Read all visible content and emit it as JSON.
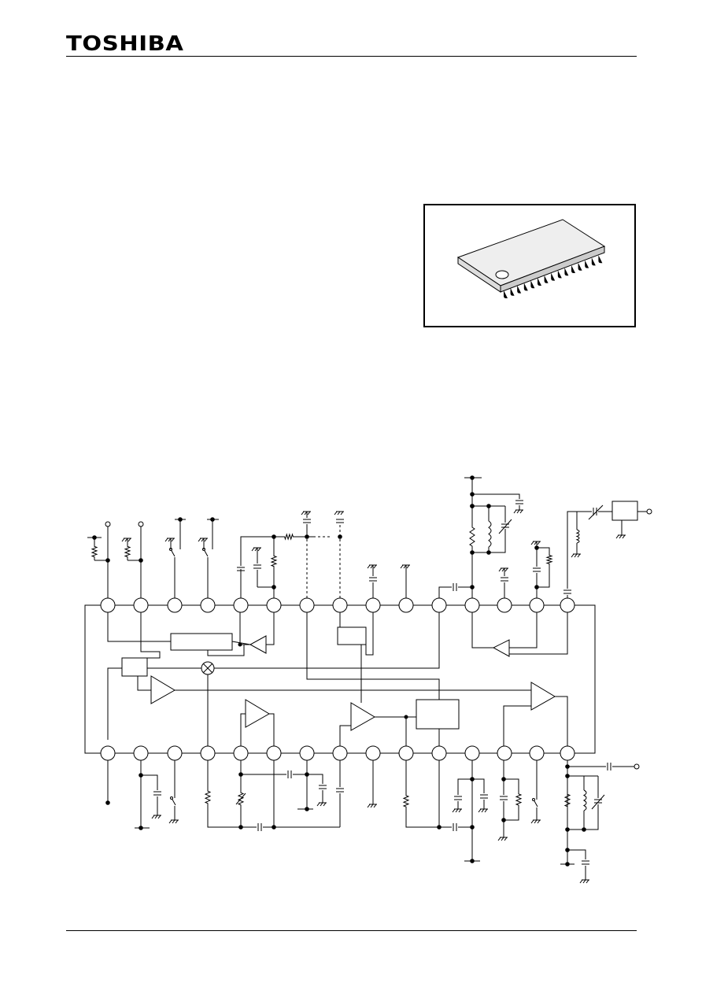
{
  "header": {
    "brand": "TOSHIBA"
  },
  "package_image": {
    "icon": "sop-ic-package-icon"
  },
  "block_diagram": {
    "top_pins": 15,
    "bottom_pins": 15,
    "icon": "circuit-diagram-icon"
  }
}
